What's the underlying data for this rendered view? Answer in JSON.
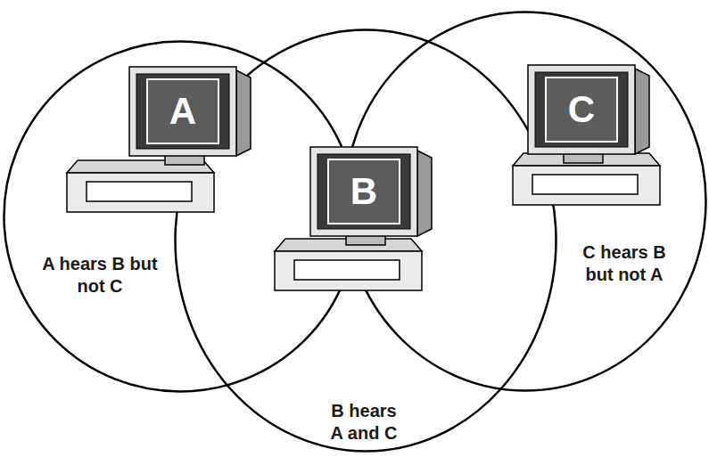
{
  "diagram": {
    "nodes": [
      {
        "text": [
          "A hears B but not C"
        ]
      },
      {
        "text": [
          "B hears A and C"
        ]
      },
      {
        "text": [
          "C hears B but not A"
        ]
      }
    ],
    "labels": [
      "A",
      "B",
      "C"
    ]
  }
}
